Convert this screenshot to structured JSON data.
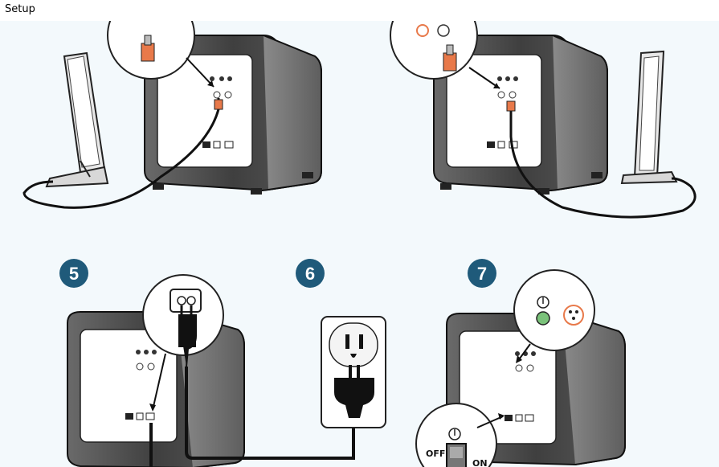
{
  "window": {
    "title": "Setup"
  },
  "steps": {
    "step5": "5",
    "step6": "6",
    "step7": "7"
  },
  "labels": {
    "off": "OFF",
    "on": "ON"
  },
  "colors": {
    "step_badge": "#1f5a7a",
    "plug_orange": "#e8794a",
    "led_green": "#7ac27a",
    "cabinet": "#4a4a4a",
    "background": "#f3f9fc"
  }
}
